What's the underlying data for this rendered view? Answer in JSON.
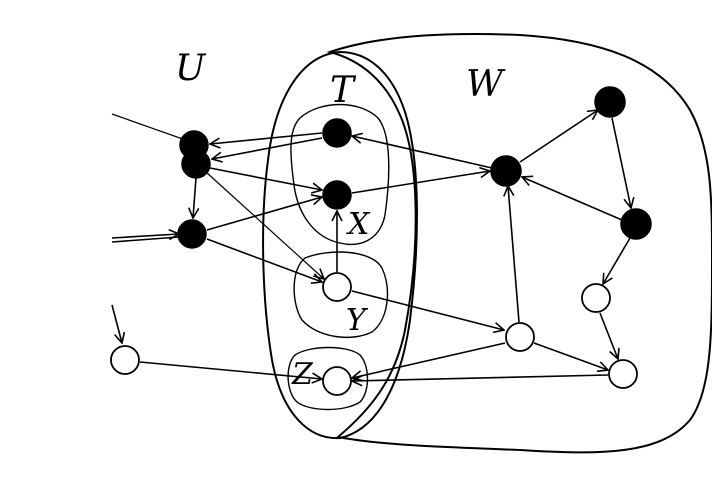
{
  "labels": {
    "U": "U",
    "T": "T",
    "W": "W",
    "X": "X",
    "Y": "Y",
    "Z": "Z"
  },
  "colors": {
    "ink": "#000000",
    "background": "#ffffff"
  }
}
